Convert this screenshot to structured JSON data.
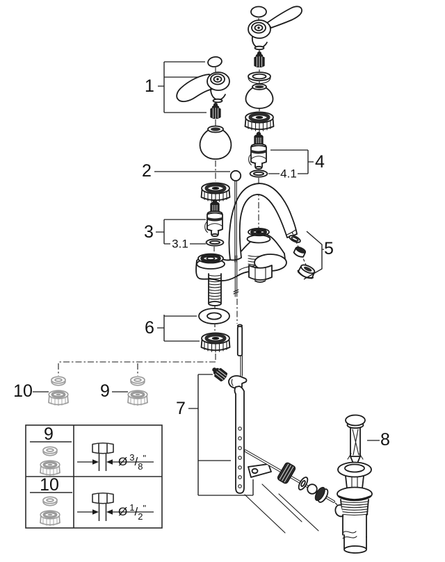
{
  "figure": {
    "type": "exploded-parts-diagram",
    "background": "#ffffff",
    "line_color": "#1b1b1b",
    "grey_part_color": "#9b9b9b",
    "callouts": {
      "c1": "1",
      "c2": "2",
      "c3": "3",
      "c3_1": "3.1",
      "c4": "4",
      "c4_1": "4.1",
      "c5": "5",
      "c6": "6",
      "c7": "7",
      "c8": "8",
      "c9": "9",
      "c10": "10"
    },
    "legend": {
      "rows": [
        {
          "num": "9",
          "dia": "Ø",
          "numerator": "3",
          "slash": "/",
          "denominator": "8",
          "unit": "\""
        },
        {
          "num": "10",
          "dia": "Ø",
          "numerator": "1",
          "slash": "/",
          "denominator": "2",
          "unit": "\""
        }
      ]
    }
  }
}
